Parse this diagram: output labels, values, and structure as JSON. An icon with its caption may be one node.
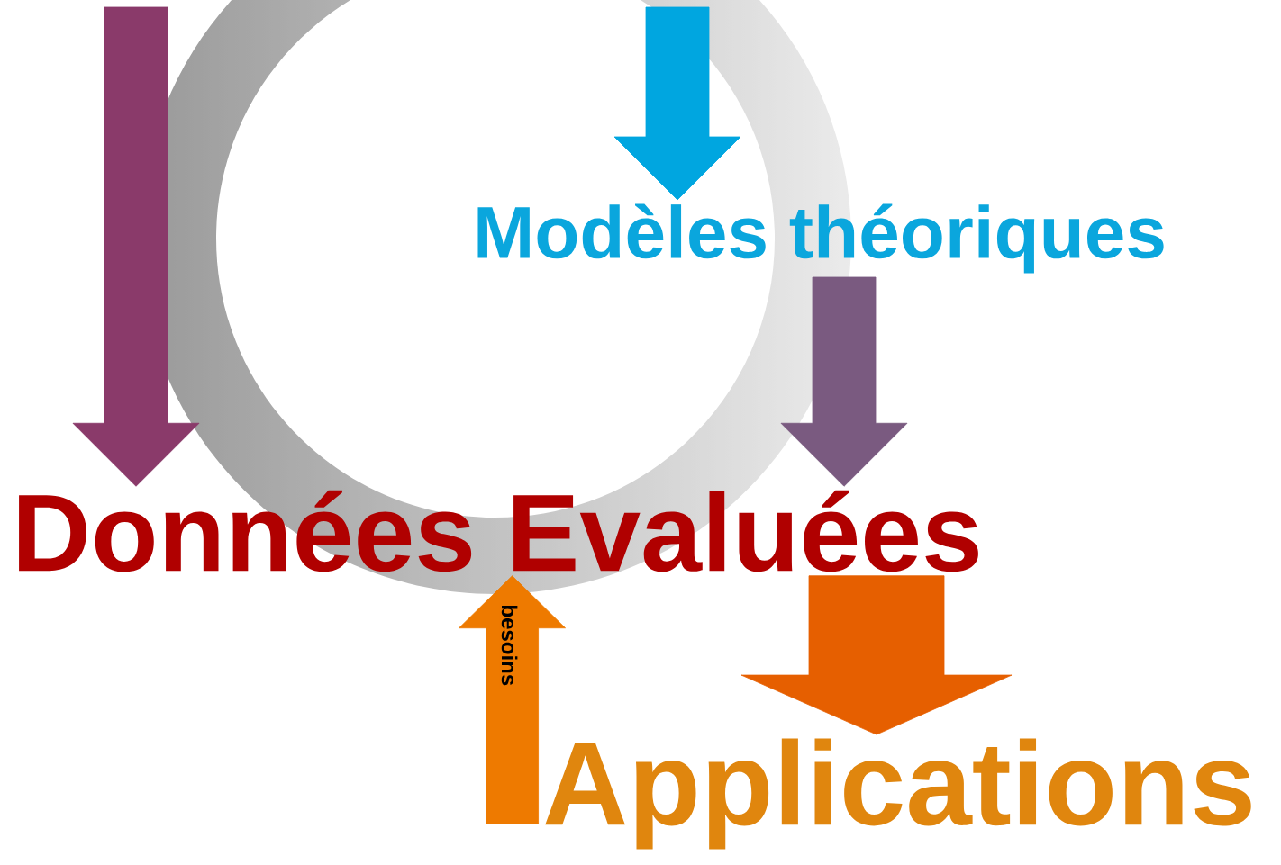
{
  "diagram": {
    "nodes": [
      {
        "text": [
          "Modèles théoriques"
        ]
      },
      {
        "text": [
          "Données Evaluées"
        ]
      },
      {
        "text": [
          "Applications"
        ]
      }
    ],
    "edges": [
      {
        "from": null,
        "to": 0,
        "arrow": "to",
        "color": "#00a6e0"
      },
      {
        "from": null,
        "to": 1,
        "arrow": "to",
        "color": "#8a3a6a"
      },
      {
        "from": 0,
        "to": 1,
        "arrow": "to",
        "color": "#7a5a80"
      },
      {
        "from": 1,
        "to": 2,
        "arrow": "to",
        "style": "thick",
        "color": "#e65f00"
      },
      {
        "from": 2,
        "to": 1,
        "arrow": "to",
        "label": "besoins",
        "color": "#ee7a00"
      }
    ]
  }
}
